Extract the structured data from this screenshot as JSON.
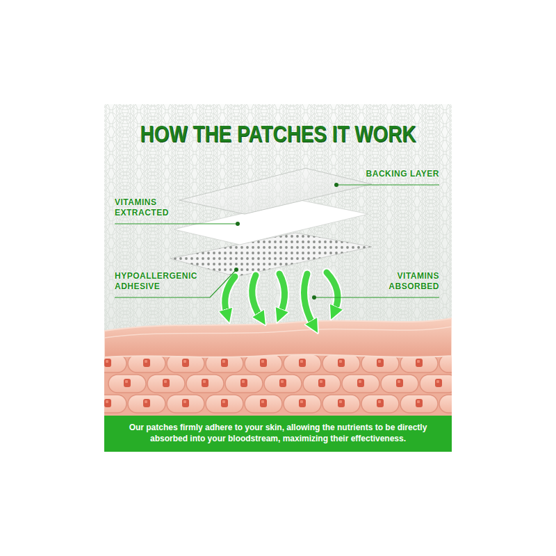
{
  "diagram": {
    "title": "HOW THE PATCHES IT WORK",
    "caption": "Our patches firmly adhere to your skin, allowing the nutrients to be directly absorbed into your bloodstream, maximizing their effectiveness.",
    "labels": [
      "BACKING LAYER",
      "VITAMINS EXTRACTED",
      "HYPOALLERGENIC ADHESIVE",
      "VITAMINS ABSORBED"
    ]
  }
}
